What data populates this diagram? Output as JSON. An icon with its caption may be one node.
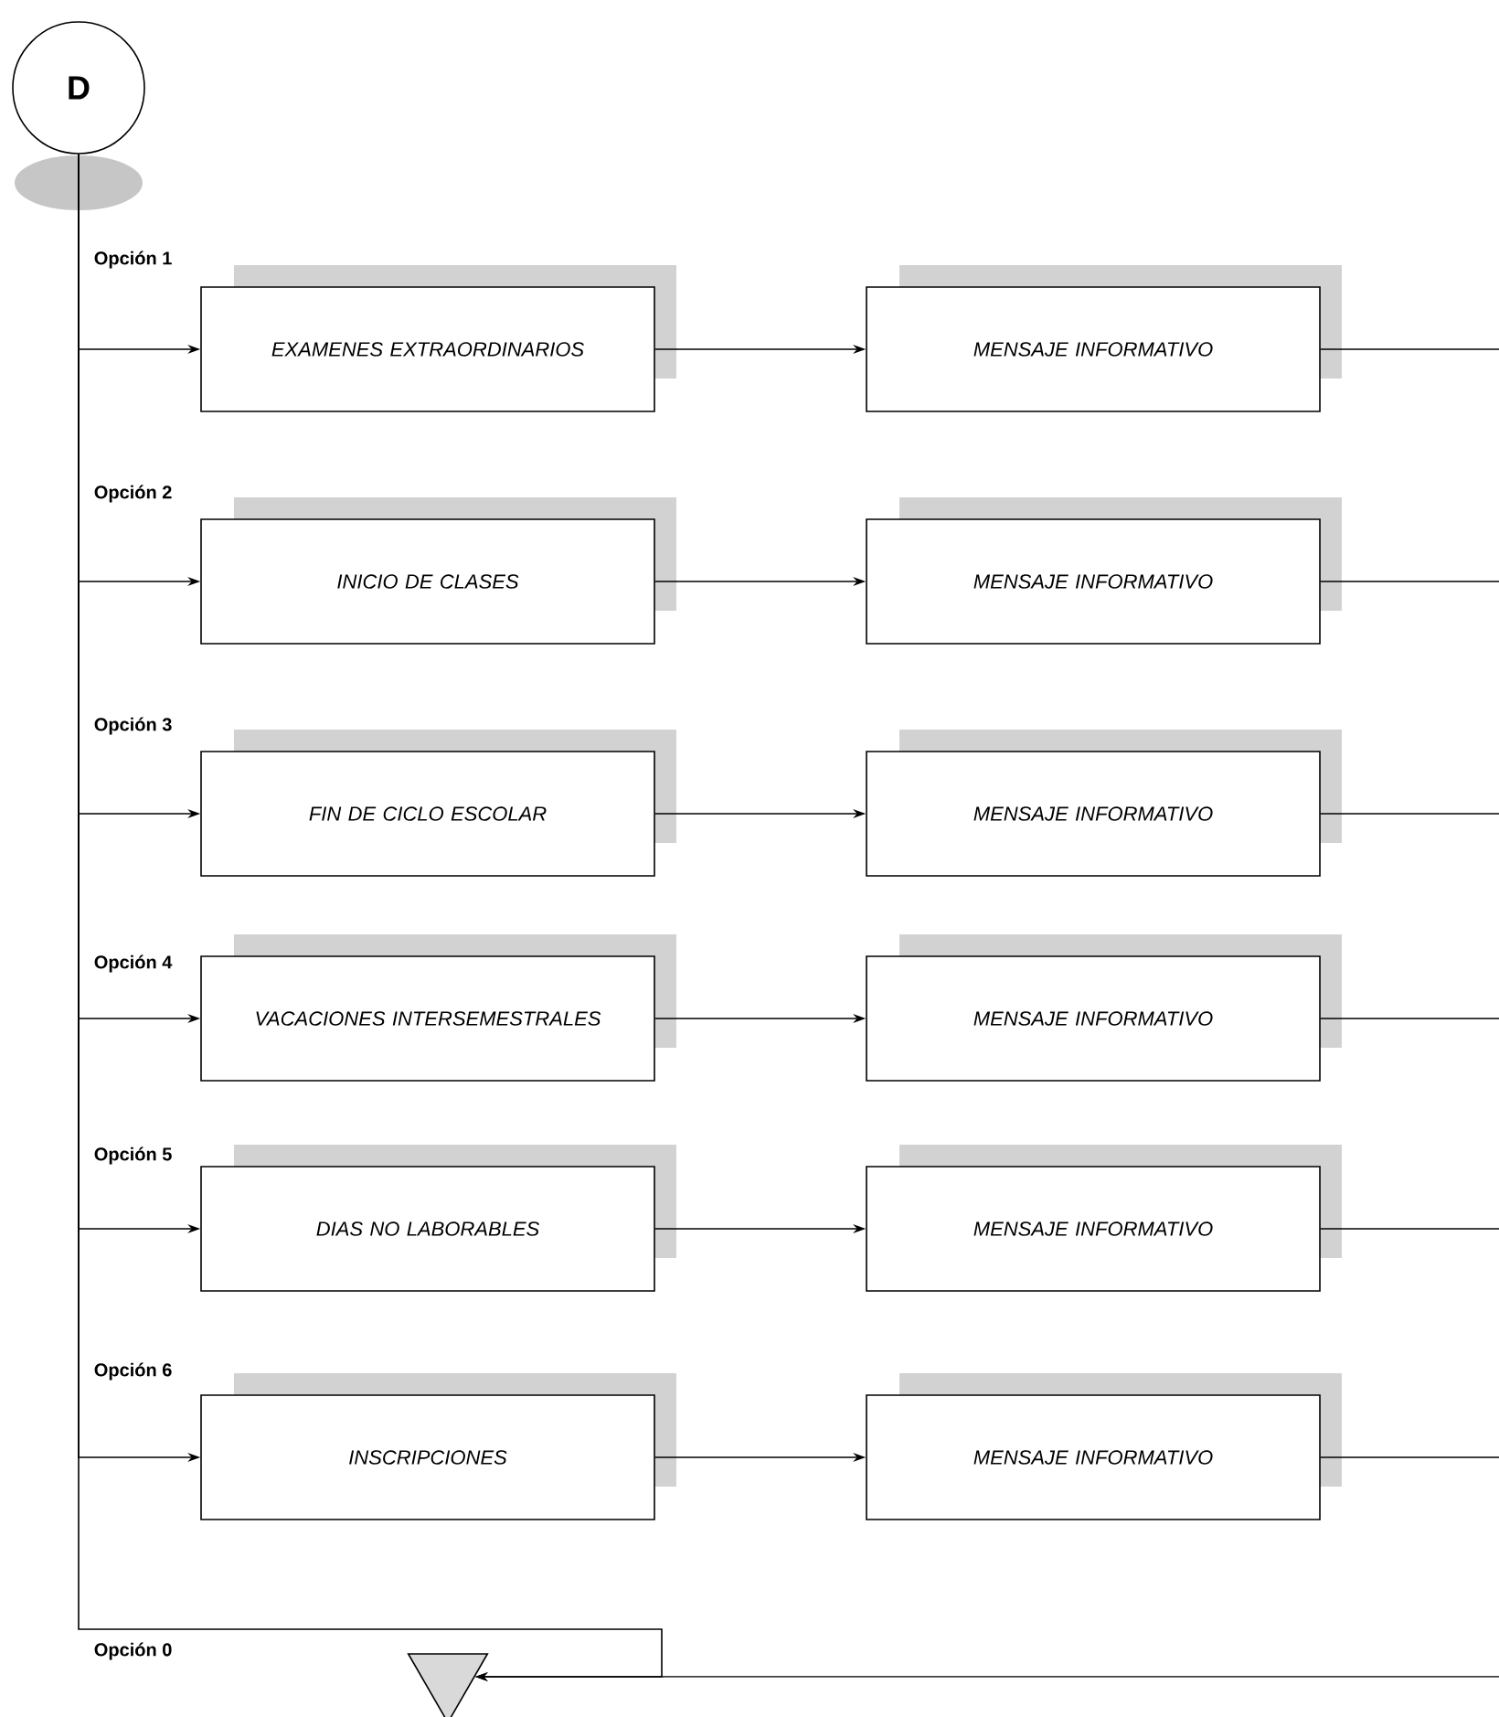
{
  "diagram": {
    "nodes": [
      {
        "text": [
          "D"
        ]
      },
      {
        "text": [
          "EXAMENES EXTRAORDINARIOS"
        ]
      },
      {
        "text": [
          "MENSAJE INFORMATIVO"
        ]
      },
      {
        "text": [
          "INICIO DE CLASES"
        ]
      },
      {
        "text": [
          "MENSAJE INFORMATIVO"
        ]
      },
      {
        "text": [
          "FIN DE CICLO ESCOLAR"
        ]
      },
      {
        "text": [
          "MENSAJE INFORMATIVO"
        ]
      },
      {
        "text": [
          "VACACIONES INTERSEMESTRALES"
        ]
      },
      {
        "text": [
          "MENSAJE INFORMATIVO"
        ]
      },
      {
        "text": [
          "DIAS NO LABORABLES"
        ]
      },
      {
        "text": [
          "MENSAJE INFORMATIVO"
        ]
      },
      {
        "text": [
          "INSCRIPCIONES"
        ]
      },
      {
        "text": [
          "MENSAJE INFORMATIVO"
        ]
      },
      {
        "text": [],
        "shape": "triangle"
      }
    ],
    "edges": [
      {
        "from": 0,
        "to": 1,
        "arrow": "to",
        "label": "Opción 1"
      },
      {
        "from": 1,
        "to": 2,
        "arrow": "to"
      },
      {
        "from": 2,
        "to": null,
        "arrow": "none"
      },
      {
        "from": 0,
        "to": 3,
        "arrow": "to",
        "label": "Opción 2"
      },
      {
        "from": 3,
        "to": 4,
        "arrow": "to"
      },
      {
        "from": 4,
        "to": null,
        "arrow": "none"
      },
      {
        "from": 0,
        "to": 5,
        "arrow": "to",
        "label": "Opción 3"
      },
      {
        "from": 5,
        "to": 6,
        "arrow": "to"
      },
      {
        "from": 6,
        "to": null,
        "arrow": "none"
      },
      {
        "from": 0,
        "to": 7,
        "arrow": "to",
        "label": "Opción 4"
      },
      {
        "from": 7,
        "to": 8,
        "arrow": "to"
      },
      {
        "from": 8,
        "to": null,
        "arrow": "none"
      },
      {
        "from": 0,
        "to": 9,
        "arrow": "to",
        "label": "Opción 5"
      },
      {
        "from": 9,
        "to": 10,
        "arrow": "to"
      },
      {
        "from": 10,
        "to": null,
        "arrow": "none"
      },
      {
        "from": 0,
        "to": 11,
        "arrow": "to",
        "label": "Opción 6"
      },
      {
        "from": 11,
        "to": 12,
        "arrow": "to"
      },
      {
        "from": 12,
        "to": null,
        "arrow": "none"
      },
      {
        "from": 0,
        "to": 13,
        "arrow": "to",
        "label": "Opción 0"
      },
      {
        "from": null,
        "to": 13,
        "arrow": "to"
      }
    ]
  }
}
